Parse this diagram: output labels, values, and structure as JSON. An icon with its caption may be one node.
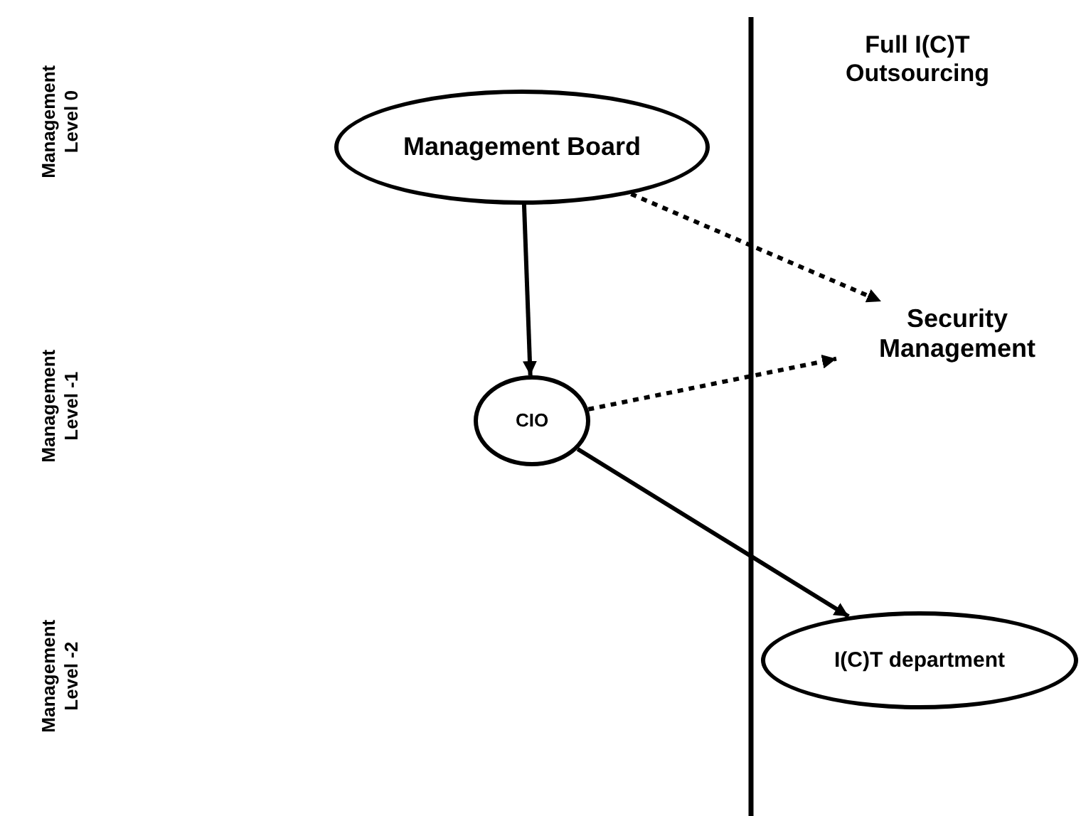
{
  "diagram": {
    "nodes": [
      {
        "text": [
          "Management Board"
        ]
      },
      {
        "text": [
          "CIO"
        ]
      },
      {
        "text": [
          "Security Management"
        ]
      },
      {
        "text": [
          "I(C)T department"
        ]
      }
    ],
    "edges": [
      {
        "from": 0,
        "to": 1,
        "arrow": "to"
      },
      {
        "from": 0,
        "to": 2,
        "arrow": "to",
        "style": "dashed"
      },
      {
        "from": 1,
        "to": 2,
        "arrow": "to",
        "style": "dashed"
      },
      {
        "from": 1,
        "to": 3,
        "arrow": "to"
      }
    ],
    "labels": [
      "Full I(C)T Outsourcing",
      "Management Level 0",
      "Management Level -1",
      "Management Level -2"
    ]
  }
}
